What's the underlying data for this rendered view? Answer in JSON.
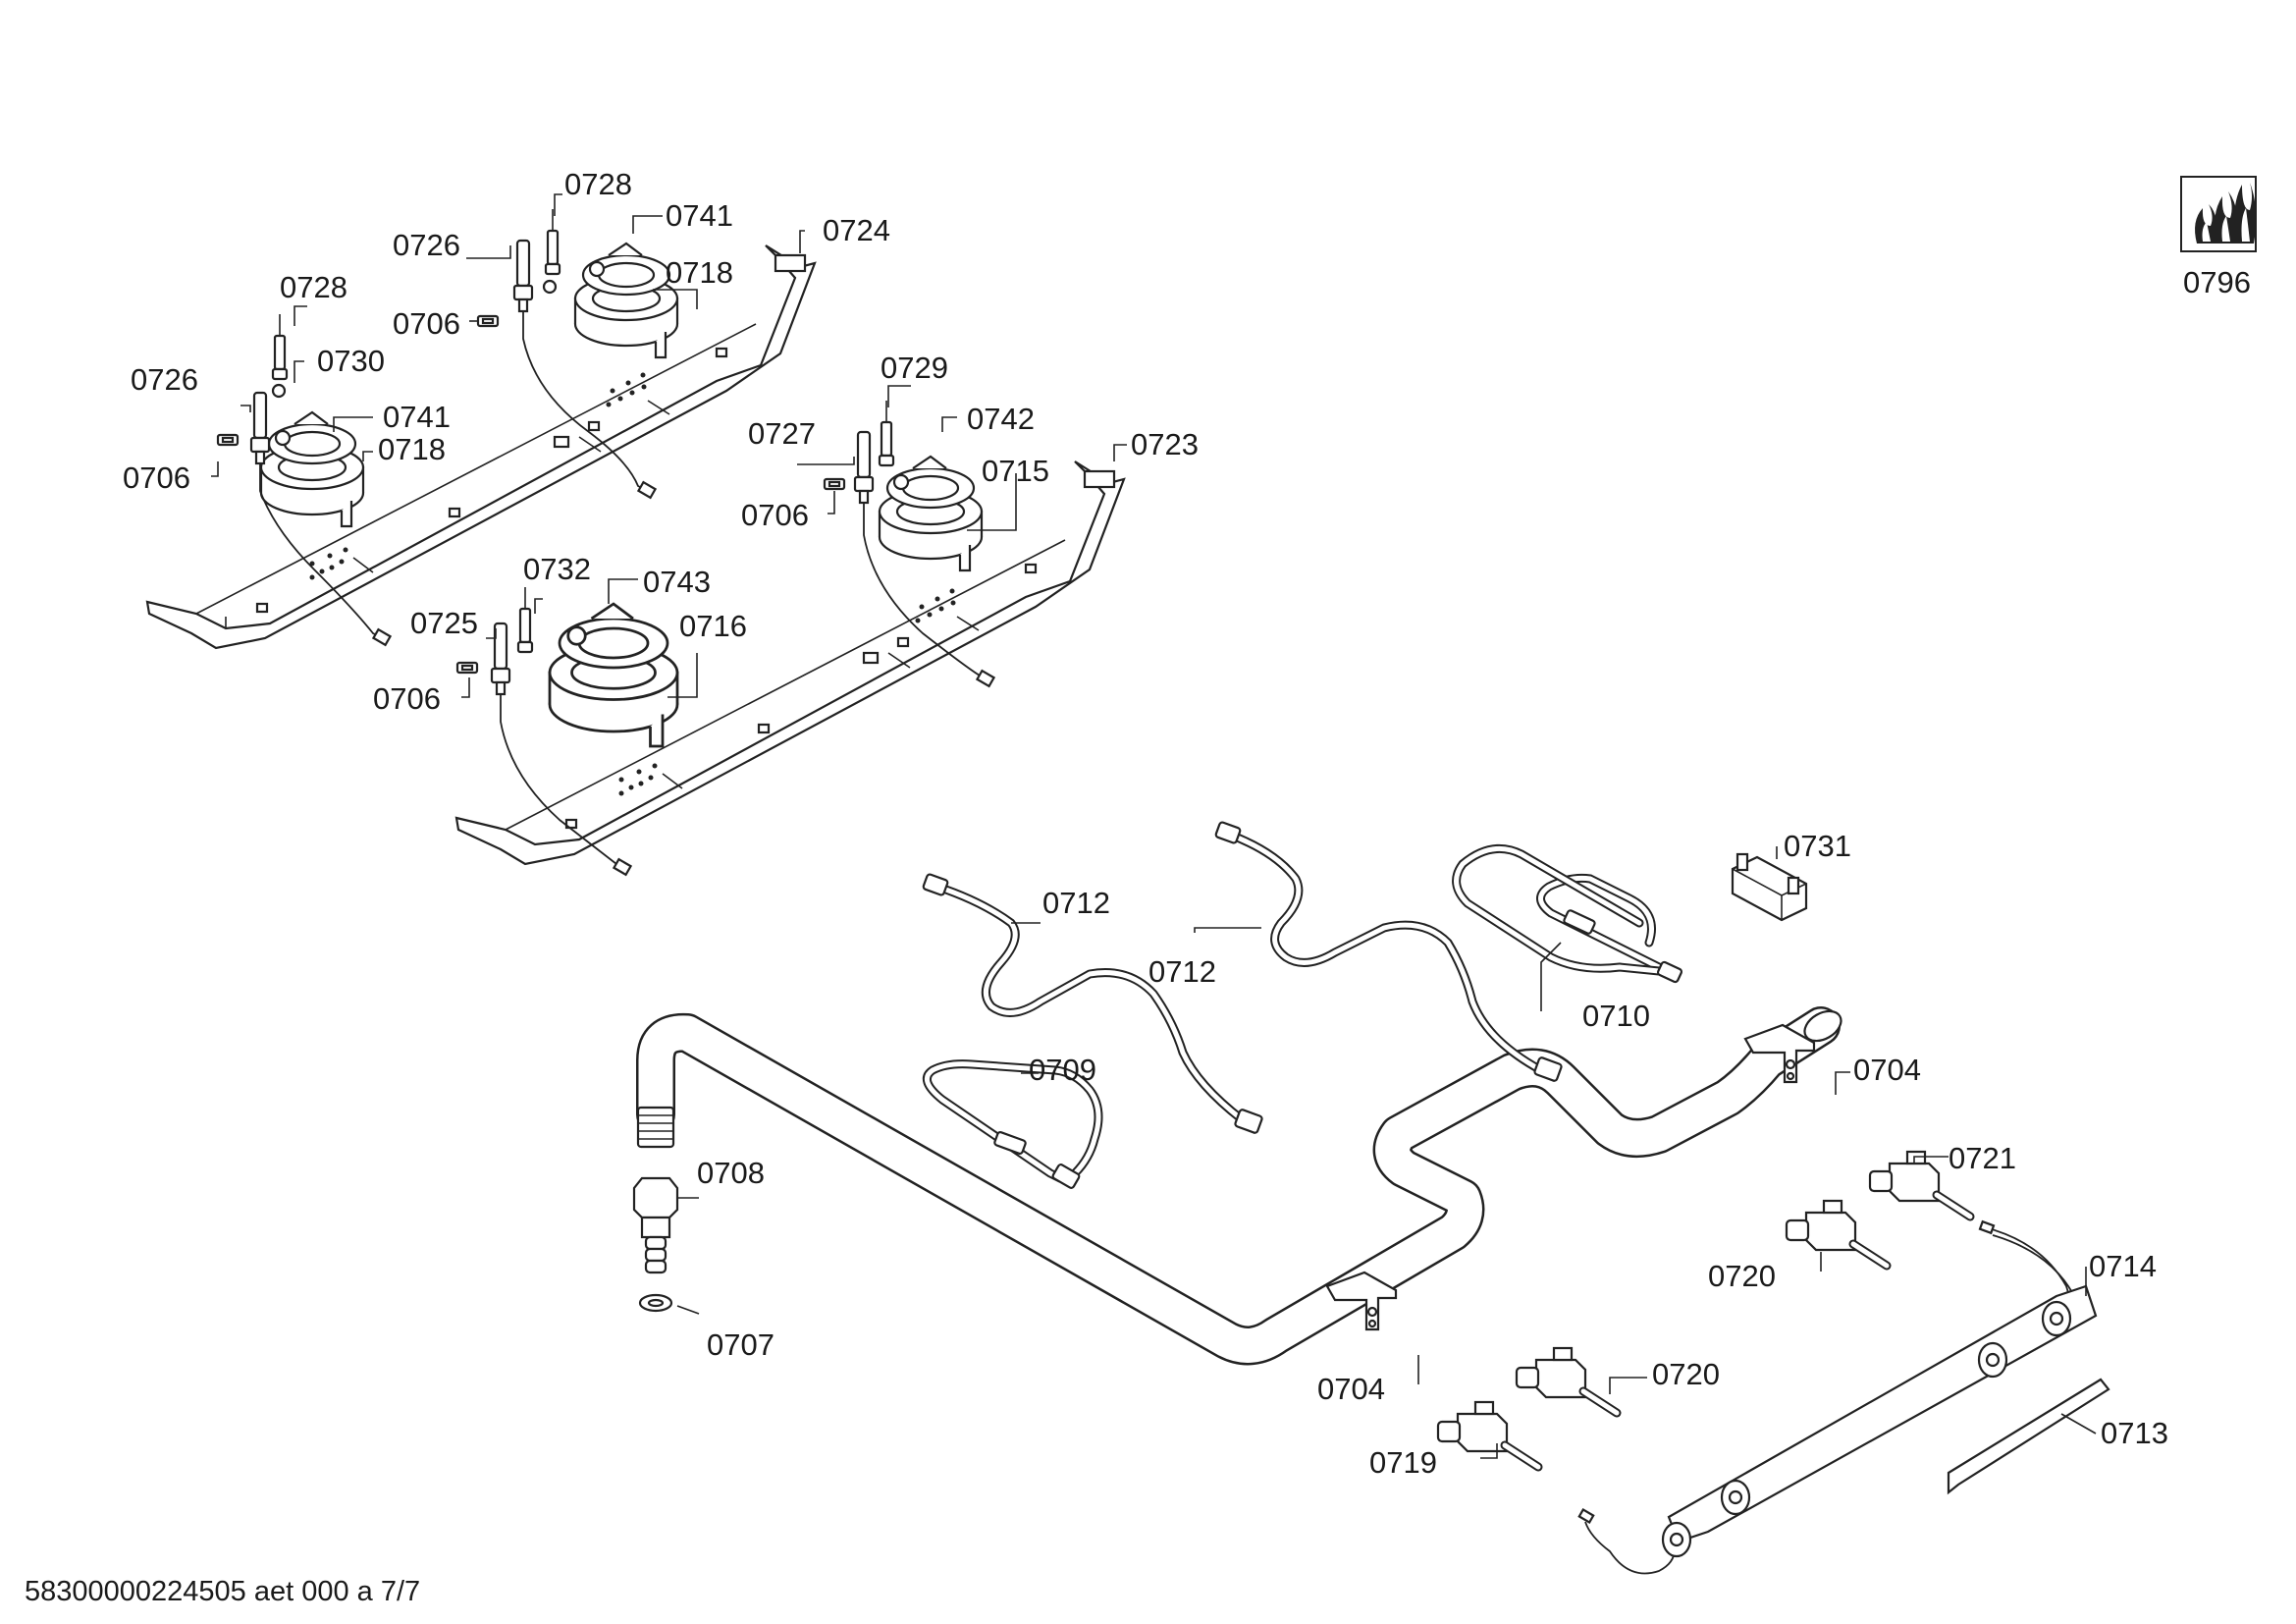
{
  "document_code": "58300000224505 aet 000 a 7/7",
  "gas_symbol": {
    "label": "0796",
    "icon": "gas-flame-icon"
  },
  "callouts": [
    {
      "id": "c-0728-a",
      "text": "0728"
    },
    {
      "id": "c-0741-a",
      "text": "0741"
    },
    {
      "id": "c-0724",
      "text": "0724"
    },
    {
      "id": "c-0726-a",
      "text": "0726"
    },
    {
      "id": "c-0718-a",
      "text": "0718"
    },
    {
      "id": "c-0706-a",
      "text": "0706"
    },
    {
      "id": "c-0728-b",
      "text": "0728"
    },
    {
      "id": "c-0730",
      "text": "0730"
    },
    {
      "id": "c-0726-b",
      "text": "0726"
    },
    {
      "id": "c-0741-b",
      "text": "0741"
    },
    {
      "id": "c-0718-b",
      "text": "0718"
    },
    {
      "id": "c-0706-b",
      "text": "0706"
    },
    {
      "id": "c-0729",
      "text": "0729"
    },
    {
      "id": "c-0742",
      "text": "0742"
    },
    {
      "id": "c-0727",
      "text": "0727"
    },
    {
      "id": "c-0723",
      "text": "0723"
    },
    {
      "id": "c-0715",
      "text": "0715"
    },
    {
      "id": "c-0706-c",
      "text": "0706"
    },
    {
      "id": "c-0732",
      "text": "0732"
    },
    {
      "id": "c-0743",
      "text": "0743"
    },
    {
      "id": "c-0725",
      "text": "0725"
    },
    {
      "id": "c-0716",
      "text": "0716"
    },
    {
      "id": "c-0706-d",
      "text": "0706"
    },
    {
      "id": "c-0731",
      "text": "0731"
    },
    {
      "id": "c-0712-a",
      "text": "0712"
    },
    {
      "id": "c-0712-b",
      "text": "0712"
    },
    {
      "id": "c-0710",
      "text": "0710"
    },
    {
      "id": "c-0709",
      "text": "0709"
    },
    {
      "id": "c-0704-a",
      "text": "0704"
    },
    {
      "id": "c-0708",
      "text": "0708"
    },
    {
      "id": "c-0721",
      "text": "0721"
    },
    {
      "id": "c-0714",
      "text": "0714"
    },
    {
      "id": "c-0720-a",
      "text": "0720"
    },
    {
      "id": "c-0707",
      "text": "0707"
    },
    {
      "id": "c-0704-b",
      "text": "0704"
    },
    {
      "id": "c-0720-b",
      "text": "0720"
    },
    {
      "id": "c-0713",
      "text": "0713"
    },
    {
      "id": "c-0719",
      "text": "0719"
    }
  ]
}
